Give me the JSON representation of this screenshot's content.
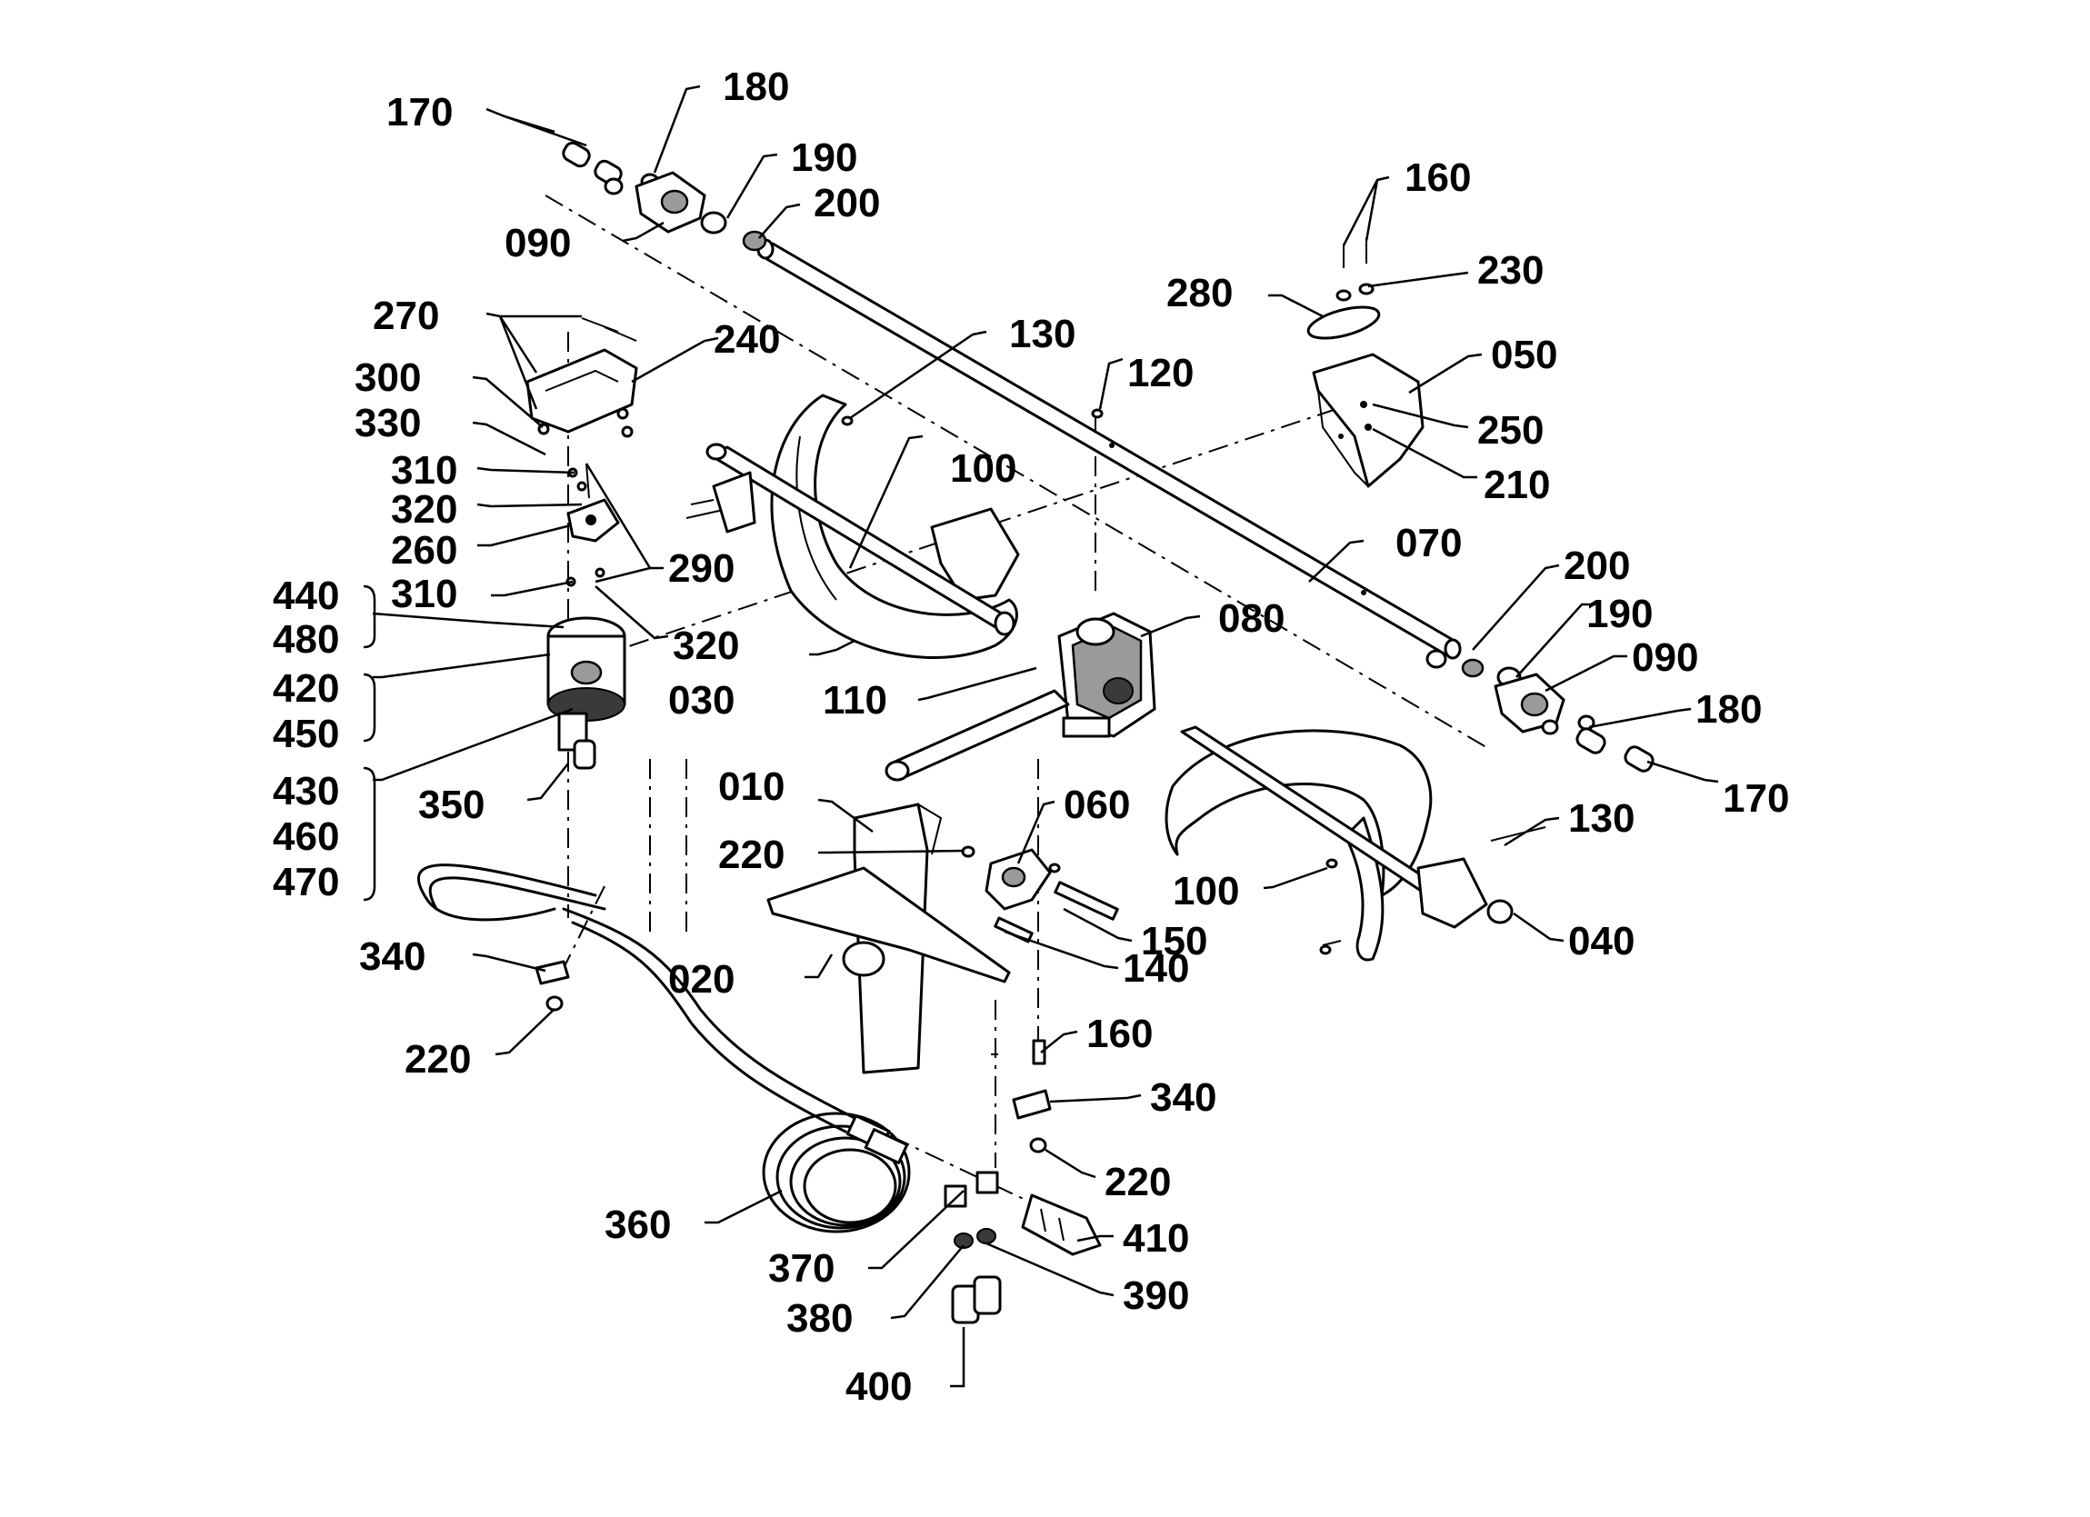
{
  "diagram": {
    "labels": [
      {
        "id": "lbl-170-a",
        "text": "170"
      },
      {
        "id": "lbl-180-a",
        "text": "180"
      },
      {
        "id": "lbl-190-a",
        "text": "190"
      },
      {
        "id": "lbl-200-a",
        "text": "200"
      },
      {
        "id": "lbl-090-a",
        "text": "090"
      },
      {
        "id": "lbl-160-a",
        "text": "160"
      },
      {
        "id": "lbl-230",
        "text": "230"
      },
      {
        "id": "lbl-280",
        "text": "280"
      },
      {
        "id": "lbl-050",
        "text": "050"
      },
      {
        "id": "lbl-250",
        "text": "250"
      },
      {
        "id": "lbl-210",
        "text": "210"
      },
      {
        "id": "lbl-270",
        "text": "270"
      },
      {
        "id": "lbl-240",
        "text": "240"
      },
      {
        "id": "lbl-130-a",
        "text": "130"
      },
      {
        "id": "lbl-120",
        "text": "120"
      },
      {
        "id": "lbl-300",
        "text": "300"
      },
      {
        "id": "lbl-330",
        "text": "330"
      },
      {
        "id": "lbl-310-a",
        "text": "310"
      },
      {
        "id": "lbl-320-a",
        "text": "320"
      },
      {
        "id": "lbl-260",
        "text": "260"
      },
      {
        "id": "lbl-100-a",
        "text": "100"
      },
      {
        "id": "lbl-290",
        "text": "290"
      },
      {
        "id": "lbl-070",
        "text": "070"
      },
      {
        "id": "lbl-440",
        "text": "440"
      },
      {
        "id": "lbl-310-b",
        "text": "310"
      },
      {
        "id": "lbl-480",
        "text": "480"
      },
      {
        "id": "lbl-320-b",
        "text": "320"
      },
      {
        "id": "lbl-200-b",
        "text": "200"
      },
      {
        "id": "lbl-080",
        "text": "080"
      },
      {
        "id": "lbl-190-b",
        "text": "190"
      },
      {
        "id": "lbl-090-b",
        "text": "090"
      },
      {
        "id": "lbl-420",
        "text": "420"
      },
      {
        "id": "lbl-030",
        "text": "030"
      },
      {
        "id": "lbl-110",
        "text": "110"
      },
      {
        "id": "lbl-180-b",
        "text": "180"
      },
      {
        "id": "lbl-450",
        "text": "450"
      },
      {
        "id": "lbl-170-b",
        "text": "170"
      },
      {
        "id": "lbl-430",
        "text": "430"
      },
      {
        "id": "lbl-350",
        "text": "350"
      },
      {
        "id": "lbl-010",
        "text": "010"
      },
      {
        "id": "lbl-060",
        "text": "060"
      },
      {
        "id": "lbl-130-b",
        "text": "130"
      },
      {
        "id": "lbl-460",
        "text": "460"
      },
      {
        "id": "lbl-220-a",
        "text": "220"
      },
      {
        "id": "lbl-470",
        "text": "470"
      },
      {
        "id": "lbl-100-b",
        "text": "100"
      },
      {
        "id": "lbl-150",
        "text": "150"
      },
      {
        "id": "lbl-040",
        "text": "040"
      },
      {
        "id": "lbl-340-a",
        "text": "340"
      },
      {
        "id": "lbl-020",
        "text": "020"
      },
      {
        "id": "lbl-140",
        "text": "140"
      },
      {
        "id": "lbl-220-b",
        "text": "220"
      },
      {
        "id": "lbl-160-b",
        "text": "160"
      },
      {
        "id": "lbl-340-b",
        "text": "340"
      },
      {
        "id": "lbl-220-c",
        "text": "220"
      },
      {
        "id": "lbl-360",
        "text": "360"
      },
      {
        "id": "lbl-410",
        "text": "410"
      },
      {
        "id": "lbl-370",
        "text": "370"
      },
      {
        "id": "lbl-390",
        "text": "390"
      },
      {
        "id": "lbl-380",
        "text": "380"
      },
      {
        "id": "lbl-400",
        "text": "400"
      }
    ]
  }
}
